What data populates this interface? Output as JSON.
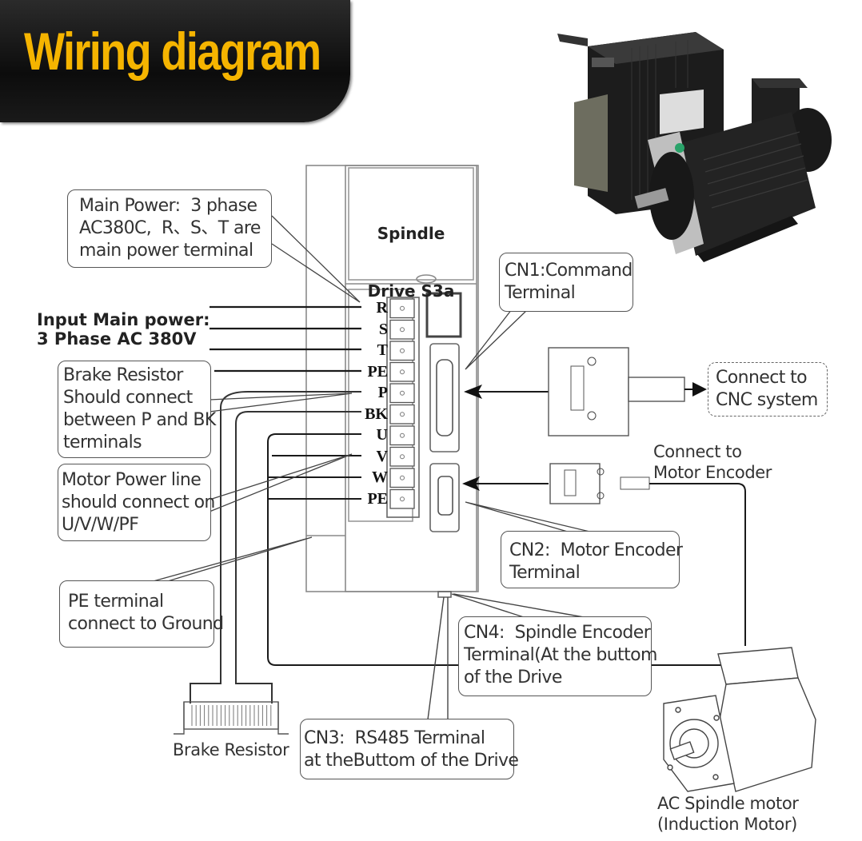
{
  "title": "Wiring diagram",
  "drive": {
    "name_line1": "Spindle",
    "name_line2": "Drive S3a",
    "terminals": [
      "R",
      "S",
      "T",
      "PE",
      "P",
      "BK",
      "U",
      "V",
      "W",
      "PE"
    ]
  },
  "input_power_label": {
    "line1": "Input Main power:",
    "line2": "3 Phase AC 380V"
  },
  "callouts": {
    "main_power": [
      "Main Power:  3 phase",
      "AC380C,  R、S、T are",
      "main power terminal"
    ],
    "brake_resistor": [
      "Brake Resistor",
      "Should connect",
      "between P and BK",
      "terminals"
    ],
    "motor_power": [
      "Motor Power line",
      "should connect on",
      "U/V/W/PF"
    ],
    "pe_terminal": [
      "PE terminal",
      "connect to Ground"
    ],
    "cn1": [
      "CN1:Command",
      "Terminal"
    ],
    "cn2": [
      "CN2:  Motor Encoder",
      "Terminal"
    ],
    "cn3": [
      "CN3:  RS485 Terminal",
      "at theButtom of the Drive"
    ],
    "cn4": [
      "CN4:  Spindle Encoder",
      "Terminal(At the buttom",
      "of the Drive"
    ],
    "cnc": [
      "Connect to",
      "CNC system"
    ]
  },
  "labels": {
    "motor_encoder": [
      "Connect to",
      "Motor Encoder"
    ],
    "brake_resistor": "Brake Resistor",
    "spindle_motor": [
      "AC Spindle motor",
      "(Induction Motor)"
    ]
  },
  "colors": {
    "title_text": "#f5b400",
    "banner_bg": "#111111",
    "line": "#222222",
    "drive_outline": "#888888"
  }
}
